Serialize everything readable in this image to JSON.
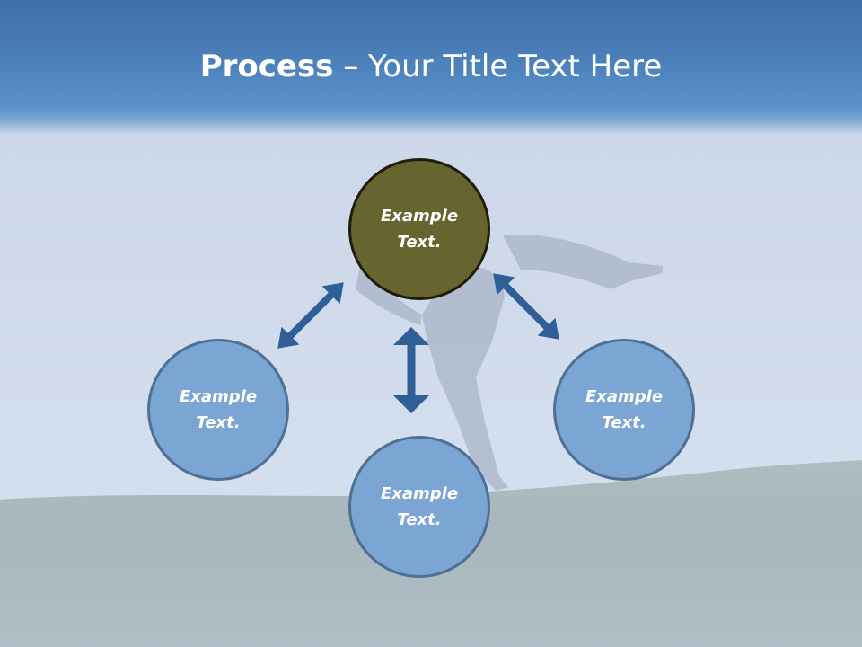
{
  "title": {
    "bold": "Process",
    "rest": " – Your Title Text Here"
  },
  "nodes": {
    "center": "Example\nText.",
    "left": "Example\nText.",
    "bottom": "Example\nText.",
    "right": "Example\nText."
  },
  "colors": {
    "title_bar": "#4c80bb",
    "center_node": "#66642f",
    "outer_node": "#7ba5d2",
    "arrow": "#2e5f96"
  }
}
